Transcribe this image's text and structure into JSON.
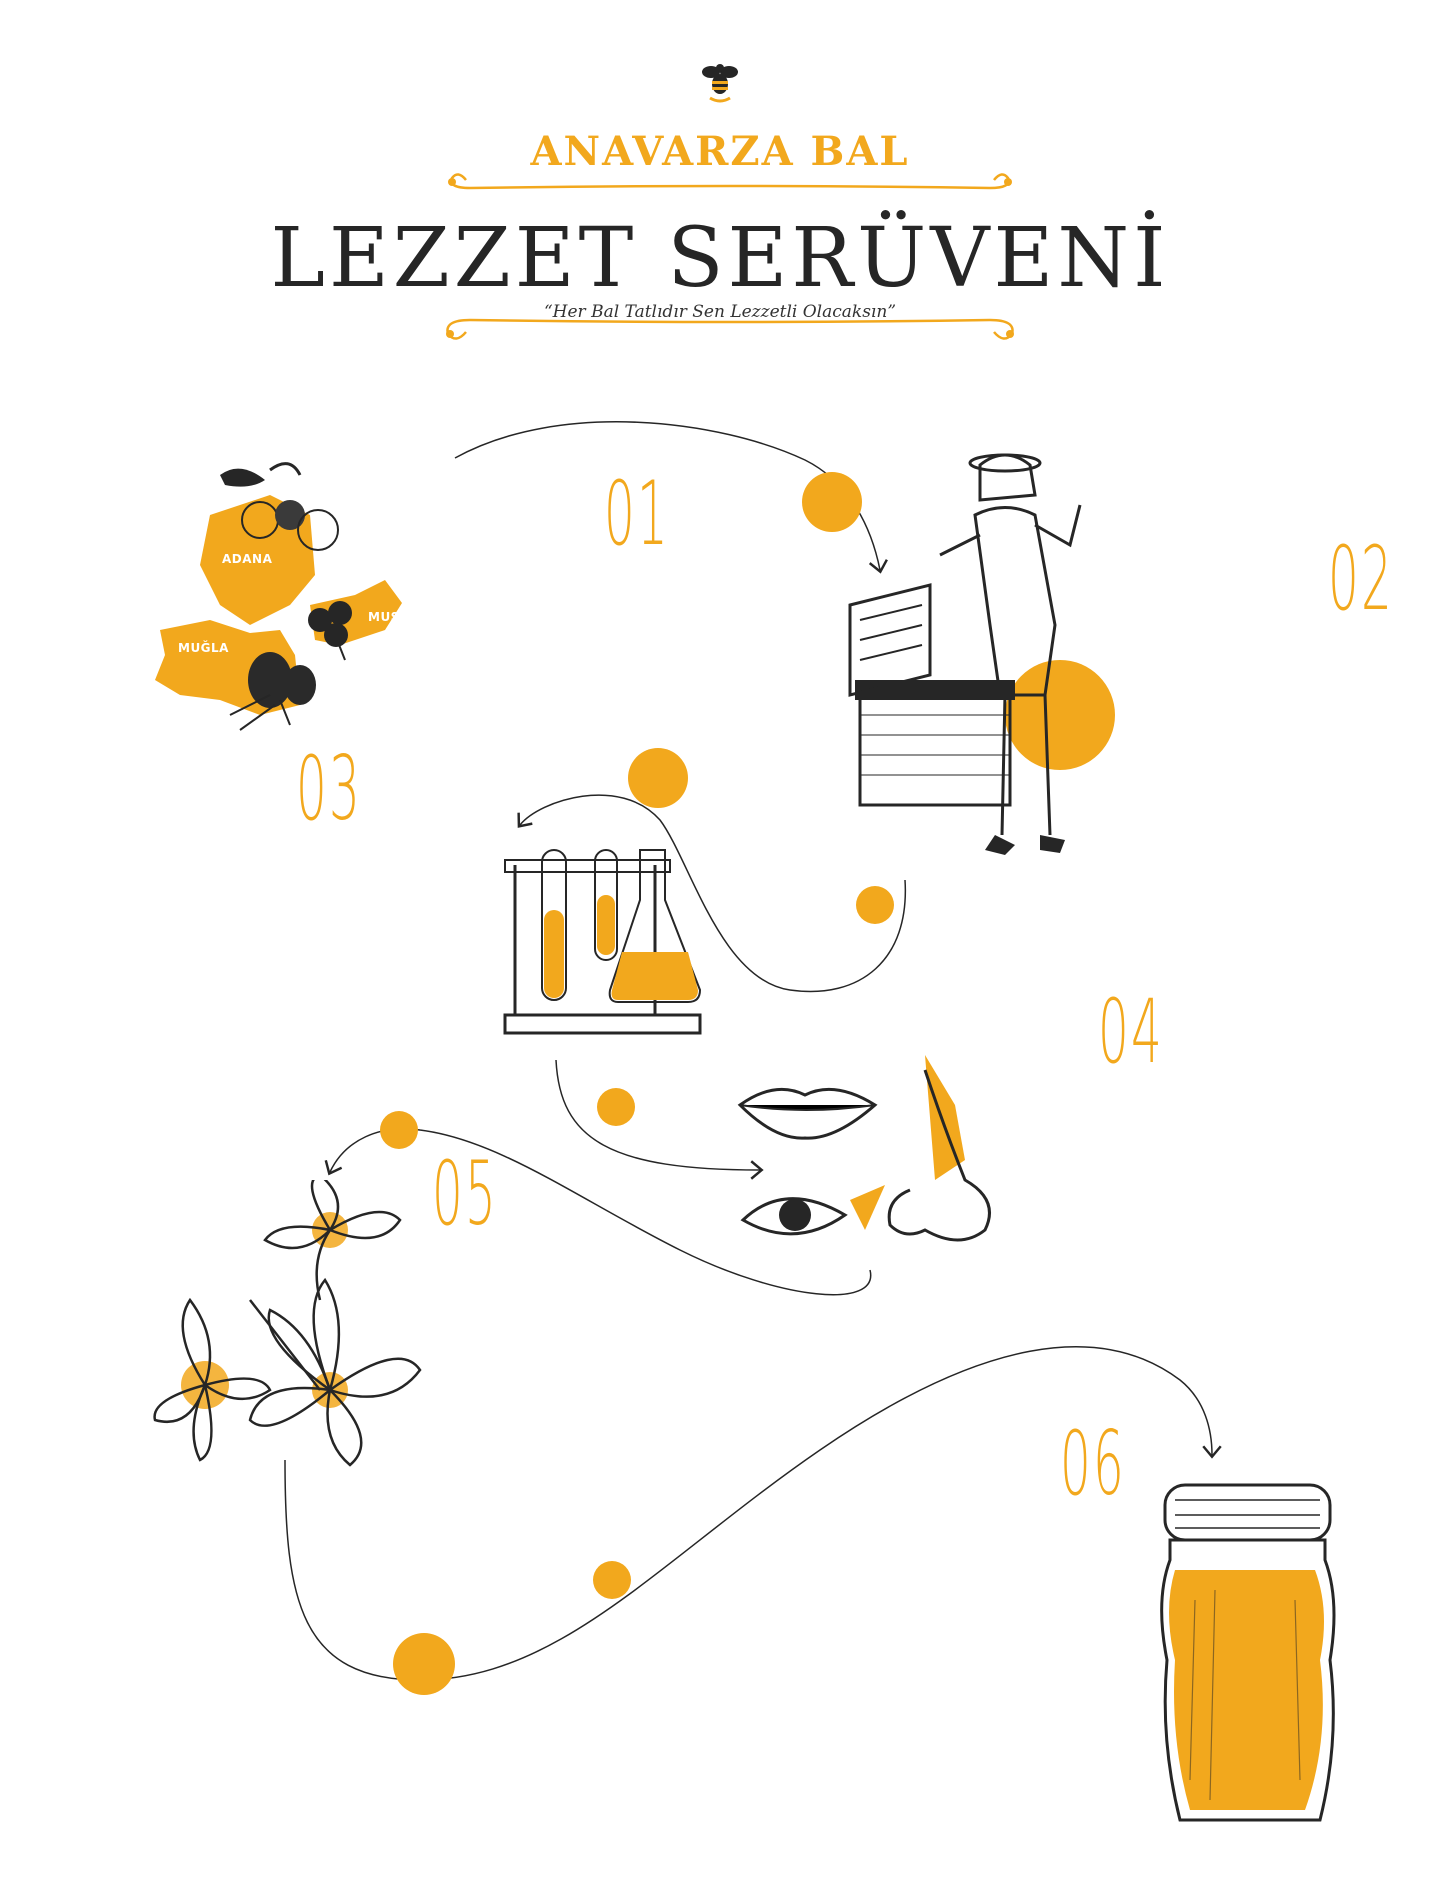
{
  "header": {
    "brand": "ANAVARZA BAL",
    "title": "LEZZET SERÜVENİ",
    "tagline": "“Her Bal Tatlıdır Sen Lezzetli Olacaksın”"
  },
  "steps": [
    "01",
    "02",
    "03",
    "04",
    "05",
    "06"
  ],
  "regions": {
    "adana": "ADANA",
    "mus": "MUŞ",
    "mugla": "MUĞLA"
  },
  "icons": [
    "bee-icon",
    "beekeeper-illustration",
    "region-map-illustration",
    "lab-glassware-illustration",
    "senses-illustration",
    "lily-flowers-illustration",
    "honey-jar-illustration"
  ],
  "colors": {
    "accent": "#f2a81d",
    "ink": "#262626",
    "background": "#ffffff"
  }
}
